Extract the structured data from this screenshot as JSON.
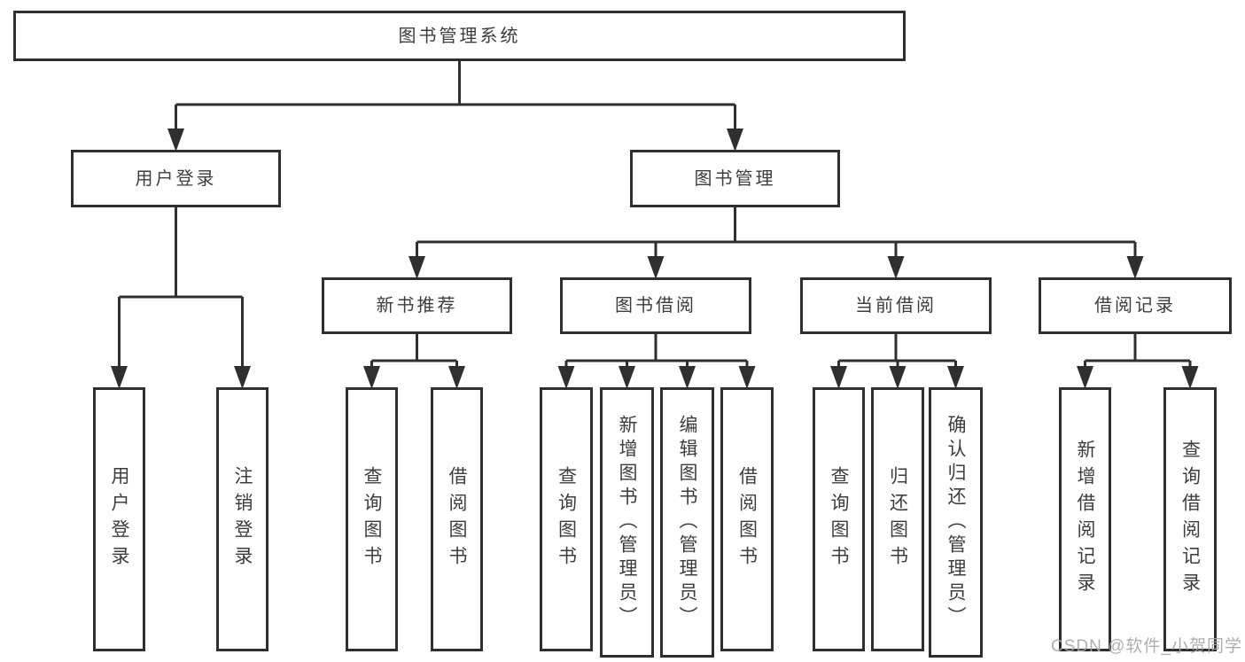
{
  "root": {
    "label": "图书管理系统"
  },
  "user_login": {
    "label": "用户登录",
    "leaves": [
      "用户登录",
      "注销登录"
    ]
  },
  "book_mgmt": {
    "label": "图书管理",
    "groups": [
      {
        "label": "新书推荐",
        "leaves": [
          "查询图书",
          "借阅图书"
        ]
      },
      {
        "label": "图书借阅",
        "leaves": [
          "查询图书",
          "新增图书（管理员）",
          "编辑图书（管理员）",
          "借阅图书"
        ]
      },
      {
        "label": "当前借阅",
        "leaves": [
          "查询图书",
          "归还图书",
          "确认归还（管理员）"
        ]
      },
      {
        "label": "借阅记录",
        "leaves": [
          "新增借阅记录",
          "查询借阅记录"
        ]
      }
    ]
  },
  "watermark": "CSDN @软件_小贺同学",
  "colors": {
    "line": "#2f2f2f",
    "box_border": "#2f2f2f",
    "box_fill": "#ffffff",
    "text": "#3d3d3d",
    "watermark": "#a5a5a5"
  }
}
